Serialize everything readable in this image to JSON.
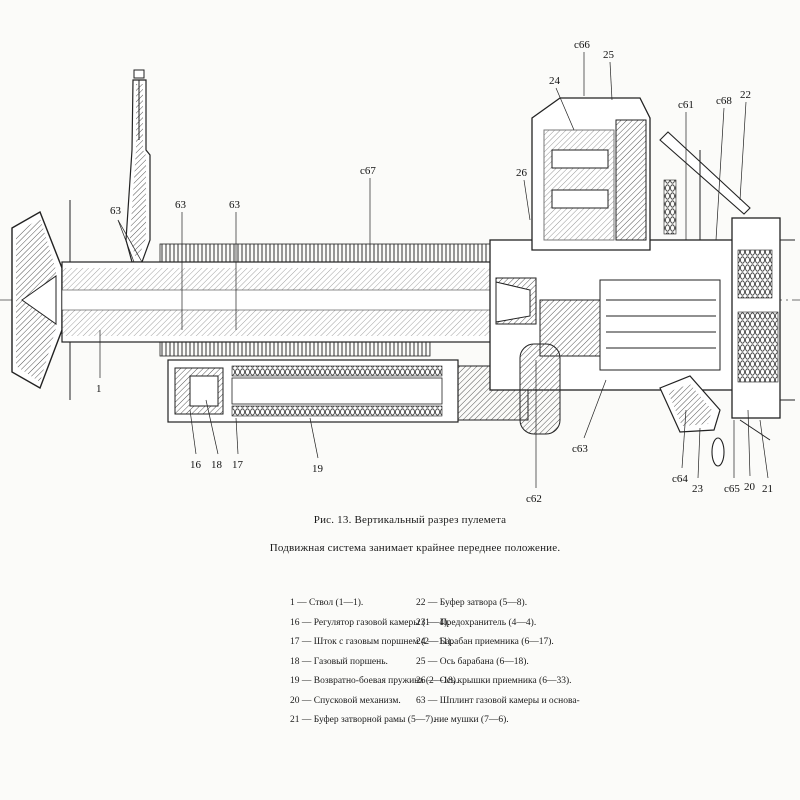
{
  "figure": {
    "title": "Рис. 13. Вертикальный разрез пулемета",
    "subtitle": "Подвижная система занимает крайнее переднее положение."
  },
  "callouts": [
    {
      "id": "c63a",
      "text": "63"
    },
    {
      "id": "c63b",
      "text": "63"
    },
    {
      "id": "c63c",
      "text": "63"
    },
    {
      "id": "c67",
      "text": "с67"
    },
    {
      "id": "c66",
      "text": "с66"
    },
    {
      "id": "c25",
      "text": "25"
    },
    {
      "id": "c24",
      "text": "24"
    },
    {
      "id": "c26",
      "text": "26"
    },
    {
      "id": "c61",
      "text": "с61"
    },
    {
      "id": "c68",
      "text": "с68"
    },
    {
      "id": "c22",
      "text": "22"
    },
    {
      "id": "c1",
      "text": "1"
    },
    {
      "id": "c16",
      "text": "16"
    },
    {
      "id": "c18",
      "text": "18"
    },
    {
      "id": "c17",
      "text": "17"
    },
    {
      "id": "c19",
      "text": "19"
    },
    {
      "id": "c62",
      "text": "с62"
    },
    {
      "id": "c63",
      "text": "с63"
    },
    {
      "id": "c64",
      "text": "с64"
    },
    {
      "id": "c23",
      "text": "23"
    },
    {
      "id": "c65",
      "text": "с65"
    },
    {
      "id": "c20",
      "text": "20"
    },
    {
      "id": "c21",
      "text": "21"
    }
  ],
  "legend": {
    "left": [
      "1 — Ствол (1—1).",
      "16 — Регулятор газовой камеры (1—4).",
      "17 — Шток с газовым поршнем (2—11).",
      "18 — Газовый поршень.",
      "19 — Возвратно-боевая пружина (2—18).",
      "20 — Спусковой механизм.",
      "21 — Буфер затворной рамы (5—7)."
    ],
    "right": [
      "22 — Буфер затвора (5—8).",
      "23 — Предохранитель (4—4).",
      "24 — Барабан приемника (6—17).",
      "25 — Ось барабана (6—18).",
      "26 — Ось крышки приемника (6—33).",
      "63 — Шплинт газовой камеры и основа-",
      "ние мушки (7—6)."
    ]
  }
}
